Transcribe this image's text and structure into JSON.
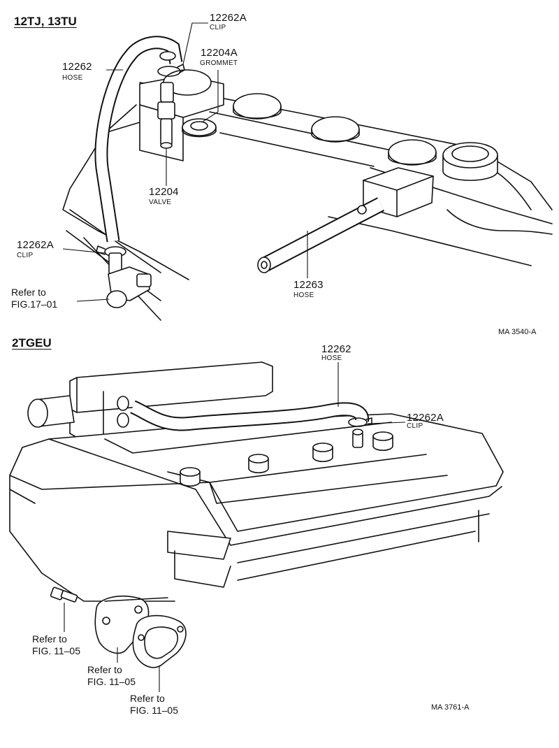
{
  "top": {
    "heading": "12TJ, 13TU",
    "labels": {
      "clip_top_num": "12262A",
      "clip_top_sub": "CLIP",
      "grommet_num": "12204A",
      "grommet_sub": "GROMMET",
      "hose_num": "12262",
      "hose_sub": "HOSE",
      "valve_num": "12204",
      "valve_sub": "VALVE",
      "clip_low_num": "12262A",
      "clip_low_sub": "CLIP",
      "refer_line1": "Refer to",
      "refer_line2": "FIG.17–01",
      "hose2_num": "12263",
      "hose2_sub": "HOSE"
    },
    "code": "MA 3540-A"
  },
  "bottom": {
    "heading": "2TGEU",
    "labels": {
      "hose_num": "12262",
      "hose_sub": "HOSE",
      "clip_num": "12262A",
      "clip_sub": "CLIP",
      "refer_a1": "Refer to",
      "refer_a2": "FIG. 11–05",
      "refer_b1": "Refer to",
      "refer_b2": "FIG. 11–05",
      "refer_c1": "Refer to",
      "refer_c2": "FIG. 11–05"
    },
    "code": "MA 3761-A"
  }
}
